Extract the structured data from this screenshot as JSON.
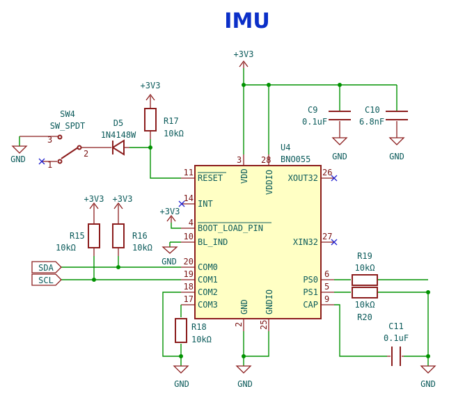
{
  "title": "IMU",
  "power": {
    "v33": "+3V3",
    "gnd": "GND"
  },
  "u4": {
    "ref": "U4",
    "value": "BNO055",
    "left_pins": [
      {
        "num": "11",
        "name": "RESET"
      },
      {
        "num": "14",
        "name": "INT"
      },
      {
        "num": "4",
        "name": "BOOT_LOAD_PIN"
      },
      {
        "num": "10",
        "name": "BL_IND"
      },
      {
        "num": "20",
        "name": "COM0"
      },
      {
        "num": "19",
        "name": "COM1"
      },
      {
        "num": "18",
        "name": "COM2"
      },
      {
        "num": "17",
        "name": "COM3"
      }
    ],
    "right_pins": [
      {
        "num": "26",
        "name": "XOUT32"
      },
      {
        "num": "27",
        "name": "XIN32"
      },
      {
        "num": "6",
        "name": "PS0"
      },
      {
        "num": "5",
        "name": "PS1"
      },
      {
        "num": "9",
        "name": "CAP"
      }
    ],
    "top_pins": [
      {
        "num": "3",
        "name": "VDD"
      },
      {
        "num": "28",
        "name": "VDDIO"
      }
    ],
    "bottom_pins": [
      {
        "num": "2",
        "name": "GND"
      },
      {
        "num": "25",
        "name": "GNDIO"
      }
    ]
  },
  "parts": {
    "sw4": {
      "ref": "SW4",
      "value": "SW_SPDT",
      "p1": "1",
      "p2": "2",
      "p3": "3"
    },
    "d5": {
      "ref": "D5",
      "value": "1N4148W"
    },
    "r17": {
      "ref": "R17",
      "value": "10kΩ"
    },
    "r15": {
      "ref": "R15",
      "value": "10kΩ"
    },
    "r16": {
      "ref": "R16",
      "value": "10kΩ"
    },
    "r18": {
      "ref": "R18",
      "value": "10kΩ"
    },
    "r19": {
      "ref": "R19",
      "value": "10kΩ"
    },
    "r20": {
      "ref": "R20",
      "value": "10kΩ"
    },
    "c9": {
      "ref": "C9",
      "value": "0.1uF"
    },
    "c10": {
      "ref": "C10",
      "value": "6.8nF"
    },
    "c11": {
      "ref": "C11",
      "value": "0.1uF"
    }
  },
  "labels": {
    "sda": "SDA",
    "scl": "SCL"
  },
  "colors": {
    "title": "#0b2fc8",
    "wire": "#009200",
    "component": "#8b1c1c",
    "body_fill": "#ffffc4",
    "text": "#0a5a5a",
    "no_connect": "#2020d0"
  }
}
